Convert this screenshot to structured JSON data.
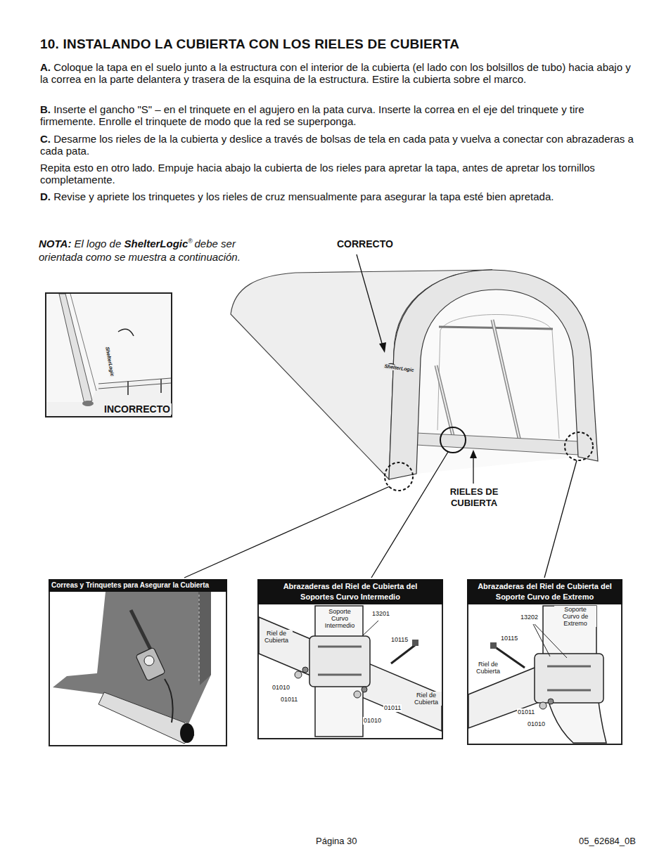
{
  "diagram": {
    "title": "10. INSTALANDO LA CUBIERTA CON LOS RIELES DE CUBIERTA",
    "nodes": [
      {
        "text": [
          "INCORRECTO"
        ]
      },
      {
        "text": [
          "Correas y Trinquetes para Asegurar la Cubierta"
        ]
      },
      {
        "text": [
          "Abrazaderas del Riel de Cubierta del Soportes Curvo Intermedio"
        ]
      },
      {
        "text": [
          "Abrazaderas del Riel de Cubierta del Soporte Curvo de Extremo"
        ]
      }
    ],
    "labels": [
      "A.",
      "Coloque la tapa en el suelo junto a la estructura con el interior de la cubierta (el lado con los bolsillos de tubo) hacia abajo y la correa en la parte delantera y trasera de la esquina de la estructura. Estire la cubierta sobre el marco.",
      "B.",
      "Inserte el gancho \"S\" – en el trinquete en el agujero en la pata curva. Inserte la correa en el eje del trinquete y tire firmemente. Enrolle el trinquete de modo que la red se superponga.",
      "C.",
      "Desarme los rieles de la la cubierta y deslice a través de bolsas de tela en cada pata y vuelva a conectar con abrazaderas a cada pata.",
      "Repita esto en otro lado. Empuje hacia abajo la cubierta de los rieles para apretar la tapa, antes de apretar los tornillos completamente.",
      "D.",
      "Revise y apriete los trinquetes y los rieles de cruz mensualmente para asegurar la tapa esté bien apretada.",
      "NOTA:",
      "El logo de",
      "ShelterLogic",
      "®",
      "debe ser orientada como se muestra a continuación.",
      "CORRECTO",
      "ShelterLogic",
      "ShelterLogic",
      "RIELES DE CUBIERTA",
      "Soporte Curvo Intermedio",
      "13201",
      "10115",
      "Riel de Cubierta",
      "01010",
      "01011",
      "01011",
      "01010",
      "Riel de Cubierta",
      "13202",
      "Soporte Curvo de Extremo",
      "10115",
      "Riel de Cubierta",
      "01011",
      "01010",
      "Página 30",
      "05_62684_0B"
    ]
  }
}
